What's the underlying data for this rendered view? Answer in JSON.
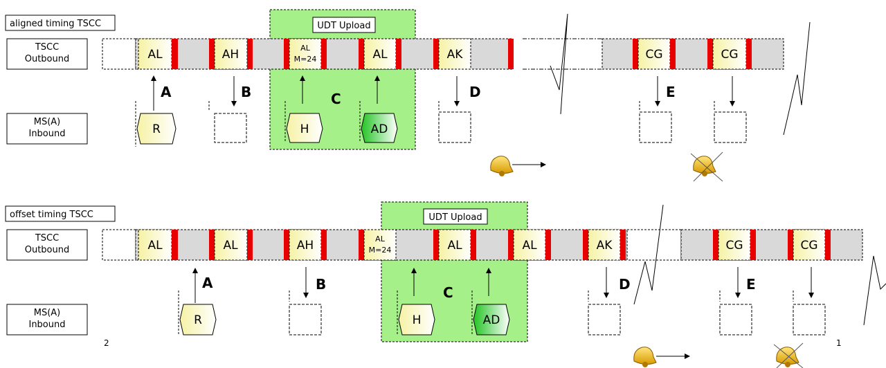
{
  "sections": [
    {
      "title": "aligned timing TSCC",
      "row_outbound": "TSCC\nOutbound",
      "row_inbound": "MS(A)\nInbound",
      "overlay_label": "UDT Upload",
      "outbound_slots": [
        "AL",
        "AH",
        "AL\nM=24",
        "AL",
        "AK",
        "CG",
        "CG"
      ],
      "inbound_slots": [
        "R",
        "",
        "H",
        "AD",
        "",
        "",
        ""
      ],
      "events": [
        "A",
        "B",
        "C",
        "D",
        "E"
      ],
      "page_number": ""
    },
    {
      "title": "offset timing TSCC",
      "row_outbound": "TSCC\nOutbound",
      "row_inbound": "MS(A)\nInbound",
      "overlay_label": "UDT Upload",
      "outbound_slots": [
        "AL",
        "AL",
        "AH",
        "AL\nM=24",
        "AL",
        "AL",
        "AK",
        "CG",
        "CG"
      ],
      "inbound_slots": [
        "R",
        "",
        "H",
        "AD",
        "",
        "",
        ""
      ],
      "events": [
        "A",
        "B",
        "C",
        "D",
        "E"
      ],
      "page_number": "2"
    }
  ],
  "corner_number": "1",
  "colors": {
    "overlay_green": "#a6f08a",
    "slot_yellow": "#fbf3b0",
    "slot_green": "#33cc33",
    "red_marker": "#e80000",
    "outbound_gray": "#d9d9d9"
  },
  "icons": [
    "bell-ringing-icon",
    "bell-muted-icon"
  ]
}
